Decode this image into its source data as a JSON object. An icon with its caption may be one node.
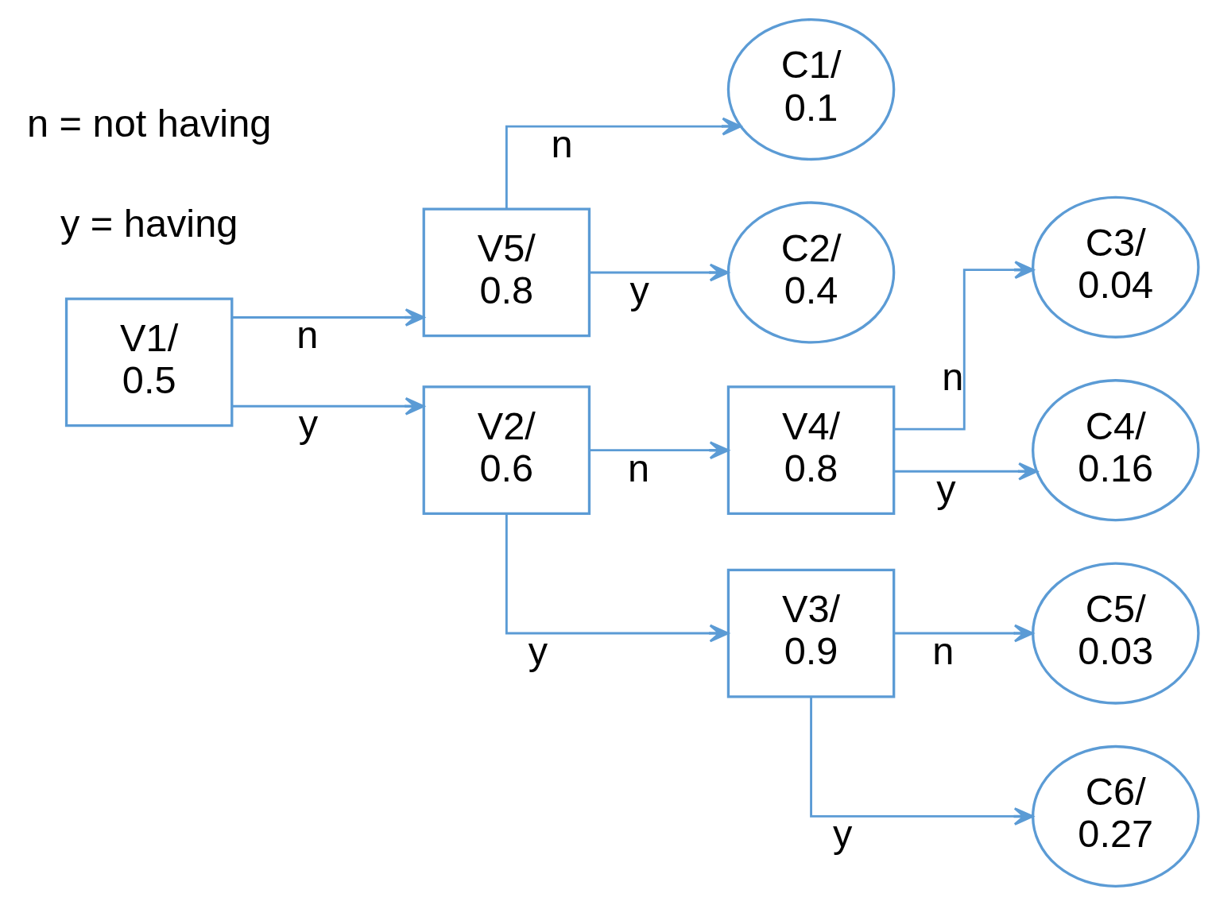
{
  "diagram": {
    "nodes": [
      {
        "text": [
          "V1/ 0.5"
        ]
      },
      {
        "text": [
          "V5/ 0.8"
        ]
      },
      {
        "text": [
          "V2/ 0.6"
        ]
      },
      {
        "text": [
          "V4/ 0.8"
        ]
      },
      {
        "text": [
          "V3/ 0.9"
        ]
      },
      {
        "text": [
          "C1/ 0.1"
        ]
      },
      {
        "text": [
          "C2/ 0.4"
        ]
      },
      {
        "text": [
          "C3/ 0.04"
        ]
      },
      {
        "text": [
          "C4/ 0.16"
        ]
      },
      {
        "text": [
          "C5/ 0.03"
        ]
      },
      {
        "text": [
          "C6/ 0.27"
        ]
      }
    ],
    "edges": [
      {
        "from": 0,
        "to": 1,
        "arrow": "to",
        "label": "n"
      },
      {
        "from": 0,
        "to": 2,
        "arrow": "to",
        "label": "y"
      },
      {
        "from": 1,
        "to": 5,
        "arrow": "to",
        "label": "n"
      },
      {
        "from": 1,
        "to": 6,
        "arrow": "to",
        "label": "y"
      },
      {
        "from": 2,
        "to": 3,
        "arrow": "to",
        "label": "n"
      },
      {
        "from": 2,
        "to": 4,
        "arrow": "to",
        "label": "y"
      },
      {
        "from": 3,
        "to": 7,
        "arrow": "to",
        "label": "n"
      },
      {
        "from": 3,
        "to": 8,
        "arrow": "to",
        "label": "y"
      },
      {
        "from": 4,
        "to": 9,
        "arrow": "to",
        "label": "n"
      },
      {
        "from": 4,
        "to": 10,
        "arrow": "to",
        "label": "y"
      }
    ],
    "labels": [
      "n = not having",
      "y = having"
    ]
  }
}
